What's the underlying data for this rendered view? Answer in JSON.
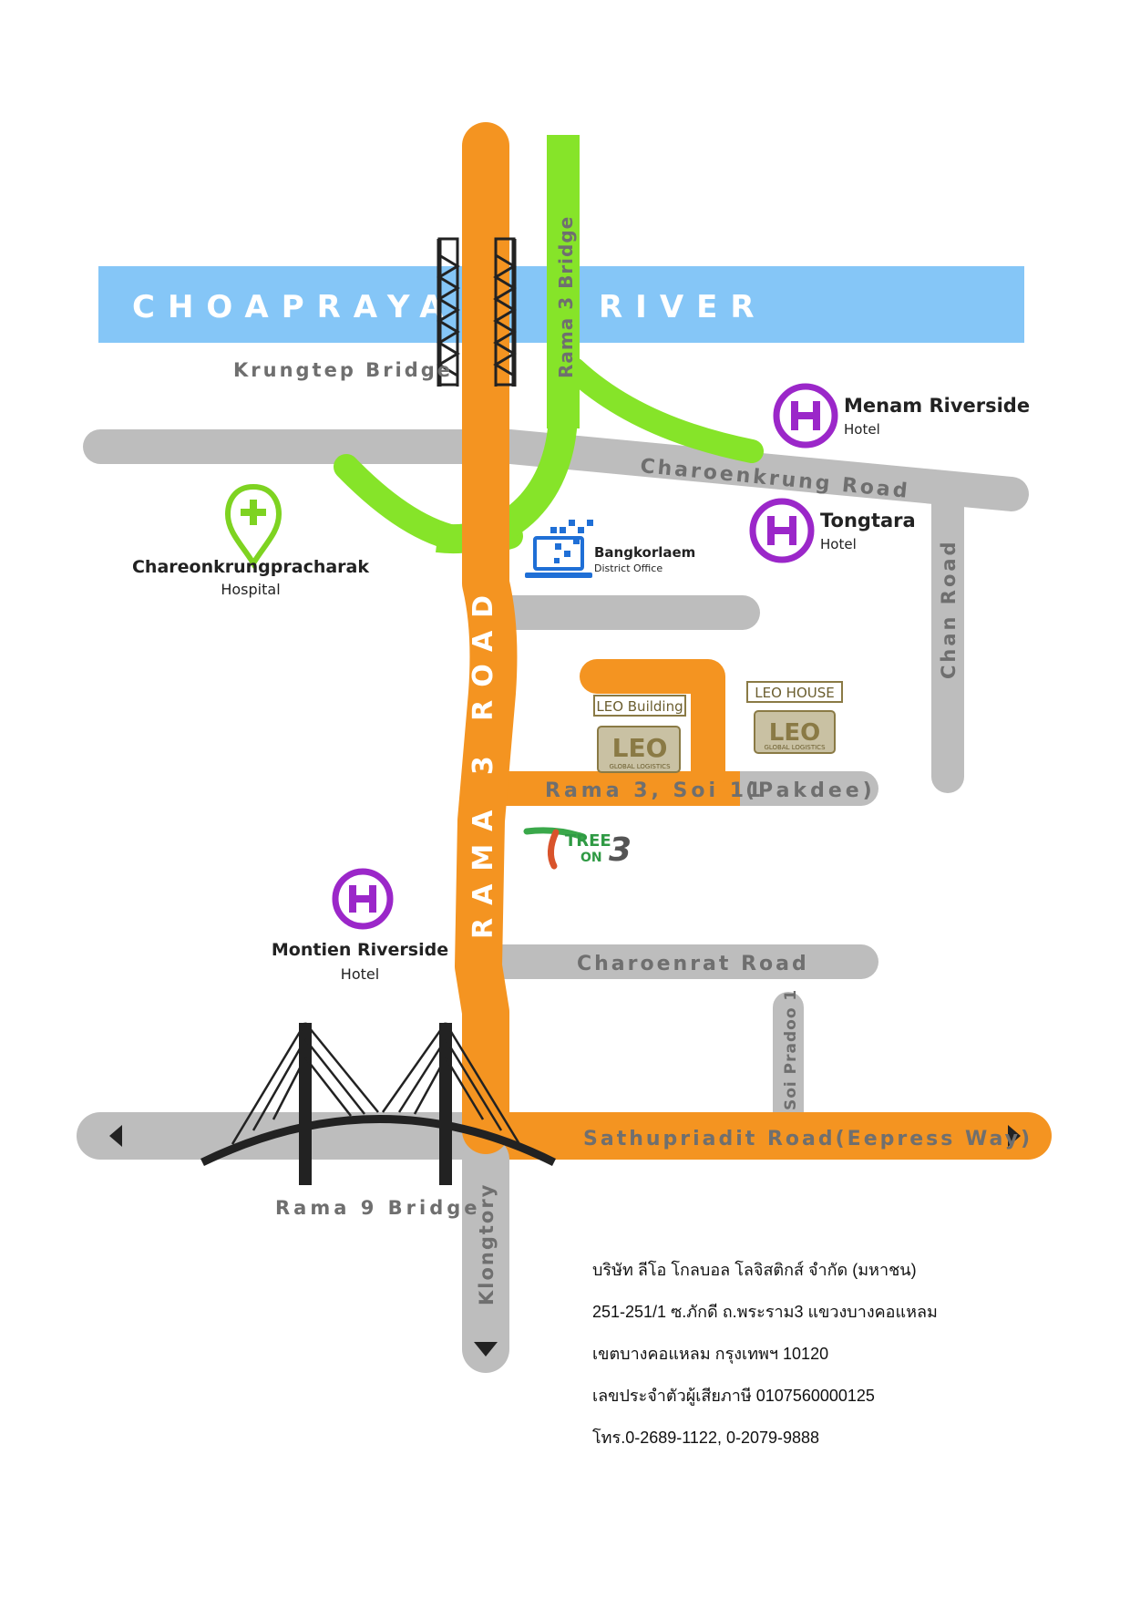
{
  "colors": {
    "river": "#85c6f7",
    "road_gray": "#bdbdbd",
    "road_orange": "#f49421",
    "road_green": "#86e429",
    "hotel_purple": "#9b27c9",
    "hospital_green": "#7ed321",
    "office_blue": "#1f6fd6",
    "label_gray": "#6f6f6f",
    "leo_gold": "#8a7a45"
  },
  "river": {
    "label_left": "CHOAPRAYA",
    "label_right": "RIVER"
  },
  "roads": {
    "krungtep_bridge": "Krungtep Bridge",
    "rama3_bridge": "Rama 3 Bridge",
    "charoenkrung": "Charoenkrung Road",
    "chan": "Chan Road",
    "rama3_road": "RAMA 3 ROAD",
    "soi11": "Rama 3, Soi 11",
    "pakdee": "(Pakdee)",
    "charoenrat": "Charoenrat Road",
    "soi_pradoo": "Soi Pradoo 1",
    "sathupriadit": "Sathupriadit Road(Eepress Way)",
    "rama9_bridge": "Rama 9 Bridge",
    "klongtory": "Klongtory"
  },
  "pois": {
    "menam": {
      "name": "Menam Riverside",
      "sub": "Hotel",
      "icon": "hotel-icon"
    },
    "tongtara": {
      "name": "Tongtara",
      "sub": "Hotel",
      "icon": "hotel-icon"
    },
    "montien": {
      "name": "Montien Riverside",
      "sub": "Hotel",
      "icon": "hotel-icon"
    },
    "hospital": {
      "name": "Chareonkrungpracharak",
      "sub": "Hospital",
      "icon": "hospital-pin-icon"
    },
    "district": {
      "name": "Bangkorlaem",
      "sub": "District Office",
      "icon": "laptop-icon"
    },
    "leo_building": {
      "label": "LEO Building",
      "logo_text": "LEO",
      "logo_sub": "GLOBAL LOGISTICS"
    },
    "leo_house": {
      "label": "LEO HOUSE",
      "logo_text": "LEO",
      "logo_sub": "GLOBAL LOGISTICS"
    },
    "tree_on_3": {
      "tree": "TREE",
      "on": "ON",
      "num": "3"
    }
  },
  "address": {
    "company": "บริษัท ลีโอ โกลบอล โลจิสติกส์ จำกัด (มหาชน)",
    "street": "251-251/1 ซ.ภักดี ถ.พระราม3 แขวงบางคอแหลม",
    "district": "เขตบางคอแหลม กรุงเทพฯ 10120",
    "tax_id": "เลขประจำตัวผู้เสียภาษี  0107560000125",
    "phone": "โทร.0-2689-1122, 0-2079-9888"
  }
}
